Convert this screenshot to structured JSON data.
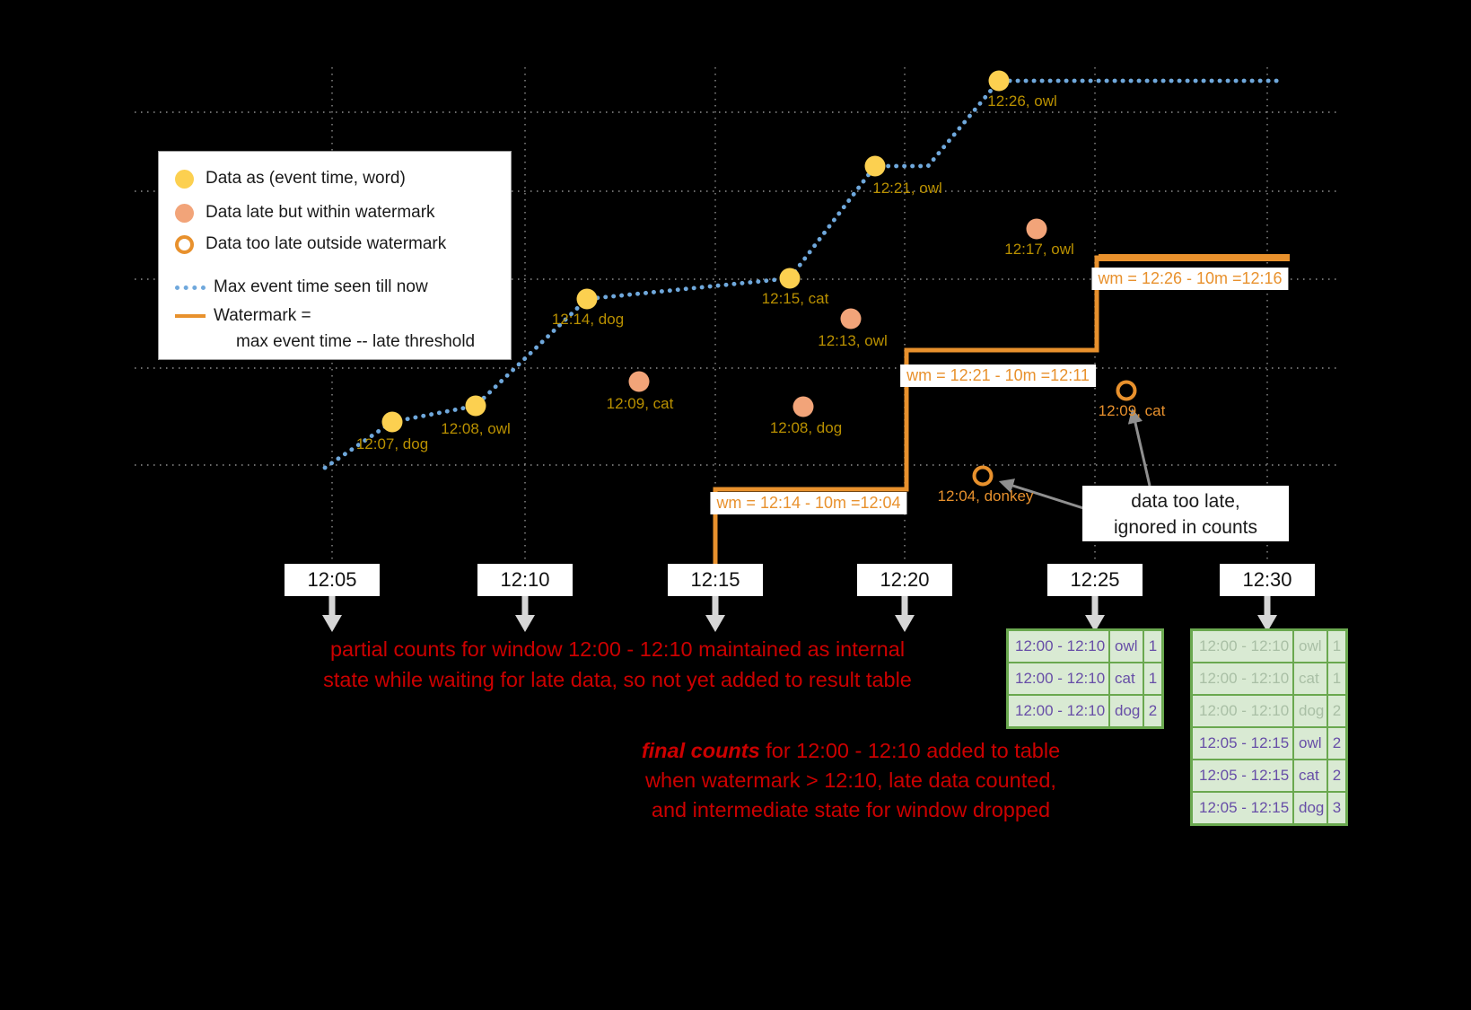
{
  "legend": {
    "point_items": [
      {
        "type": "on-time",
        "label": "Data as (event time, word)"
      },
      {
        "type": "late",
        "label": "Data late but within watermark"
      },
      {
        "type": "too-late",
        "label": "Data too late outside watermark"
      }
    ],
    "line_items": [
      {
        "type": "max-event-time",
        "label": "Max event time seen till now"
      },
      {
        "type": "watermark",
        "label": "Watermark =",
        "label2": "max event time -- late threshold"
      }
    ]
  },
  "axis": {
    "ticks": [
      "12:05",
      "12:10",
      "12:15",
      "12:20",
      "12:25",
      "12:30"
    ]
  },
  "points": [
    {
      "label": "12:07, dog",
      "type": "on-time"
    },
    {
      "label": "12:08, owl",
      "type": "on-time"
    },
    {
      "label": "12:14, dog",
      "type": "on-time"
    },
    {
      "label": "12:15, cat",
      "type": "on-time"
    },
    {
      "label": "12:21, owl",
      "type": "on-time"
    },
    {
      "label": "12:26, owl",
      "type": "on-time"
    },
    {
      "label": "12:09, cat",
      "type": "late"
    },
    {
      "label": "12:08, dog",
      "type": "late"
    },
    {
      "label": "12:13, owl",
      "type": "late"
    },
    {
      "label": "12:17, owl",
      "type": "late"
    },
    {
      "label": "12:04, donkey",
      "type": "too-late"
    },
    {
      "label": "12:09, cat",
      "type": "too-late"
    }
  ],
  "watermark_labels": [
    "wm = 12:14 - 10m =12:04",
    "wm = 12:21 - 10m =12:11",
    "wm = 12:26 - 10m =12:16"
  ],
  "callout": {
    "line1": "data too late,",
    "line2": "ignored in counts"
  },
  "notes": {
    "partial_line1": "partial counts for window 12:00 - 12:10 maintained as internal",
    "partial_line2": "state while waiting for late data, so not yet added to result table",
    "final_emphasis": "final counts",
    "final_line1_rest": " for 12:00 - 12:10 added to table",
    "final_line2": "when watermark > 12:10, late data counted,",
    "final_line3": "and intermediate state for window dropped"
  },
  "result_tables": [
    {
      "rows": [
        {
          "window": "12:00 - 12:10",
          "word": "owl",
          "count": "1"
        },
        {
          "window": "12:00 - 12:10",
          "word": "cat",
          "count": "1"
        },
        {
          "window": "12:00 - 12:10",
          "word": "dog",
          "count": "2"
        }
      ]
    },
    {
      "rows": [
        {
          "window": "12:00 - 12:10",
          "word": "owl",
          "count": "1",
          "faded": true
        },
        {
          "window": "12:00 - 12:10",
          "word": "cat",
          "count": "1",
          "faded": true
        },
        {
          "window": "12:00 - 12:10",
          "word": "dog",
          "count": "2",
          "faded": true
        },
        {
          "window": "12:05 - 12:15",
          "word": "owl",
          "count": "2",
          "faded": false
        },
        {
          "window": "12:05 - 12:15",
          "word": "cat",
          "count": "2",
          "faded": false
        },
        {
          "window": "12:05 - 12:15",
          "word": "dog",
          "count": "3",
          "faded": false
        }
      ]
    }
  ],
  "colors": {
    "on_time_point": "#fcd050",
    "late_point": "#f2a479",
    "too_late_ring": "#e8912d",
    "max_event_line": "#6fa8dc",
    "watermark_line": "#e8912d",
    "note_text": "#cc0000",
    "table_text": "#674ea7",
    "table_border": "#6aa84f",
    "table_bg": "#d9ead3"
  }
}
